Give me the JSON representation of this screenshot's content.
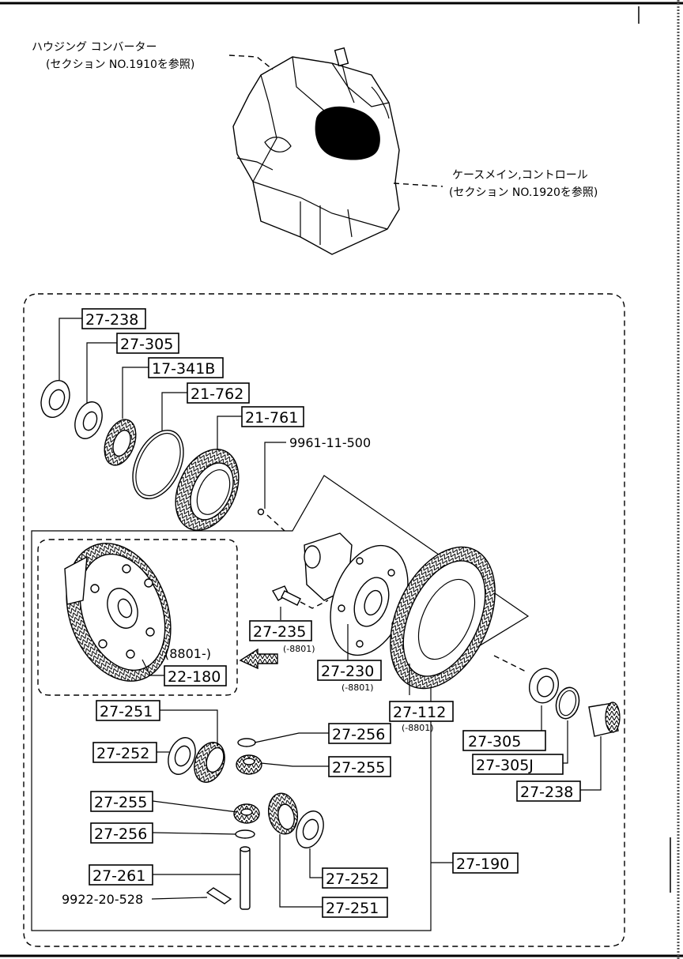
{
  "ref_top_left": {
    "line1": "ハウジング コンバーター",
    "line2": "(セクション NO.1910を参照)"
  },
  "ref_top_right": {
    "line1": "ケースメイン,コントロール",
    "line2": "(セクション NO.1920を参照)"
  },
  "parts": {
    "p27_238_a": "27-238",
    "p27_305_a": "27-305",
    "p17_341b": "17-341B",
    "p21_762": "21-762",
    "p21_761": "21-761",
    "p9961": "9961-11-500",
    "p27_235": "27-235",
    "p27_235_note": "(-8801)",
    "p27_230": "27-230",
    "p27_230_note": "(-8801)",
    "p27_112": "27-112",
    "p27_112_note": "(-8801)",
    "p22_180": "22-180",
    "p22_180_note": "(8801-)",
    "p27_305_b": "27-305",
    "p27_305j": "27-305J",
    "p27_238_b": "27-238",
    "p27_251_a": "27-251",
    "p27_252_a": "27-252",
    "p27_256_a": "27-256",
    "p27_255_a": "27-255",
    "p27_255_b": "27-255",
    "p27_256_b": "27-256",
    "p27_261": "27-261",
    "p9922": "9922-20-528",
    "p27_252_b": "27-252",
    "p27_251_b": "27-251",
    "p27_190": "27-190"
  }
}
